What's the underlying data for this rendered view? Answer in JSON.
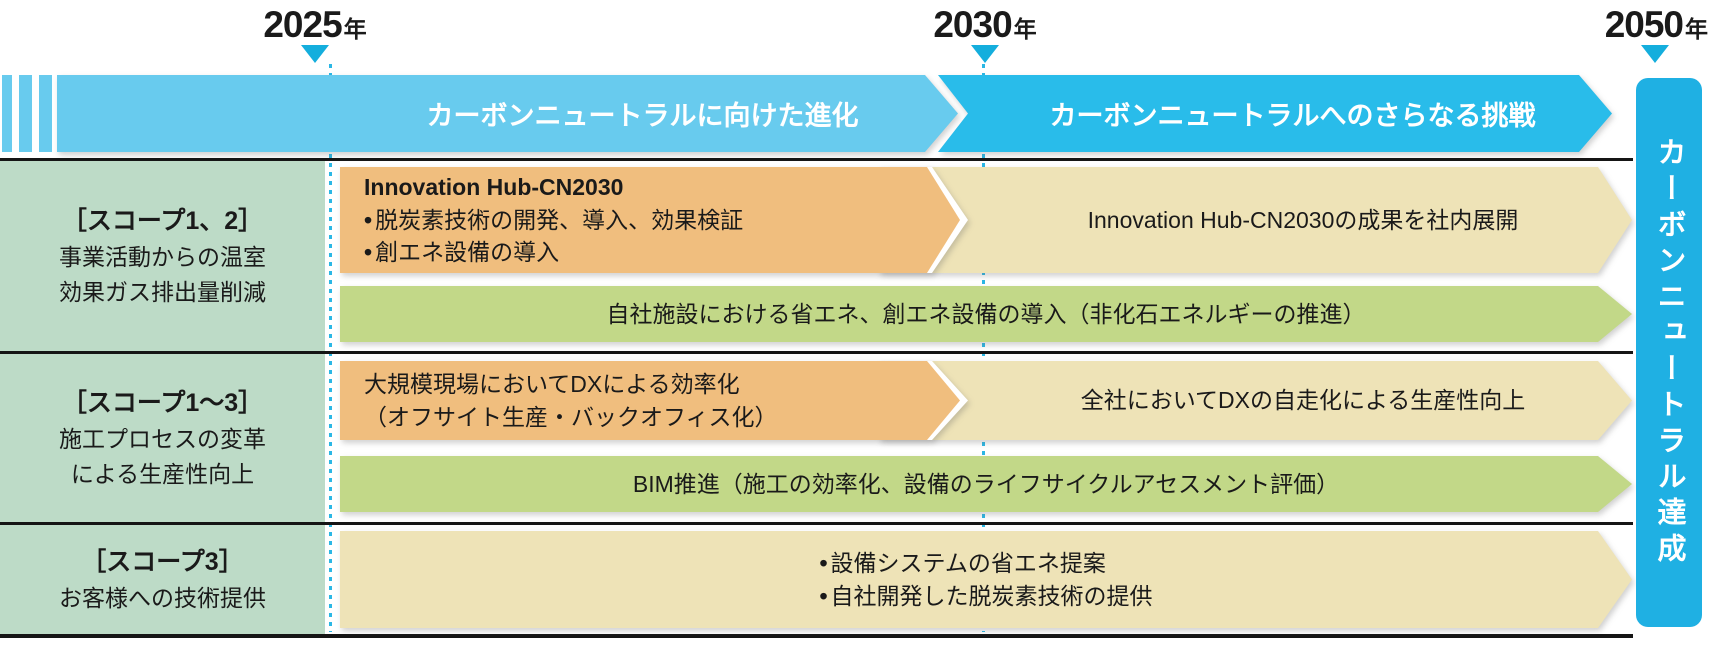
{
  "timeline": {
    "markers": [
      {
        "year": "2025",
        "suffix": "年"
      },
      {
        "year": "2030",
        "suffix": "年"
      },
      {
        "year": "2050",
        "suffix": "年"
      }
    ]
  },
  "phases": {
    "phase1": "カーボンニュートラルに向けた進化",
    "phase2": "カーボンニュートラルへのさらなる挑戦"
  },
  "goal": {
    "label": "カーボンニュートラル達成"
  },
  "rows": [
    {
      "scope": "［スコープ1、2］",
      "desc1": "事業活動からの温室",
      "desc2": "効果ガス排出量削減",
      "phase1_title": "Innovation Hub-CN2030",
      "phase1_bullet1": "脱炭素技術の開発、導入、効果検証",
      "phase1_bullet2": "創エネ設備の導入",
      "phase2_bar": "Innovation Hub-CN2030の成果を社内展開",
      "full_bar": "自社施設における省エネ、創エネ設備の導入（非化石エネルギーの推進）"
    },
    {
      "scope": "［スコープ1～3］",
      "desc1": "施工プロセスの変革",
      "desc2": "による生産性向上",
      "phase1_line1": "大規模現場においてDXによる効率化",
      "phase1_line2": "（オフサイト生産・バックオフィス化）",
      "phase2_bar": "全社においてDXの自走化による生産性向上",
      "full_bar": "BIM推進（施工の効率化、設備のライフサイクルアセスメント評価）"
    },
    {
      "scope": "［スコープ3］",
      "desc1": "お客様への技術提供",
      "bullet1": "設備システムの省エネ提案",
      "bullet2": "自社開発した脱炭素技術の提供"
    }
  ],
  "colors": {
    "phase1_banner": "#68cbee",
    "phase2_banner": "#29bcea",
    "goal_bar": "#1fb0e3",
    "marker": "#14aedd",
    "scope_cell": "#bddbc7",
    "phase1_bar": "#f0be7e",
    "phase2_bar": "#eee3b7",
    "continuous_bar": "#c2d888"
  }
}
